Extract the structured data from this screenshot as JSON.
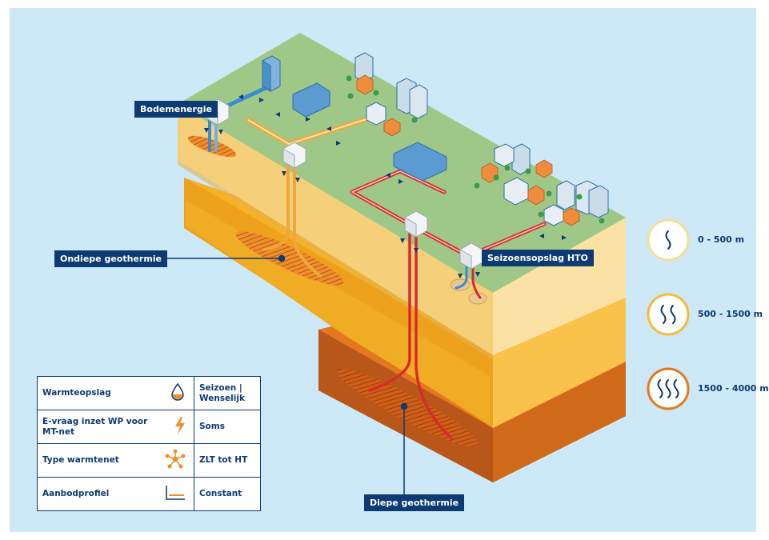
{
  "callouts": {
    "bodemenergie": "Bodemenergie",
    "ondiepe": "Ondiepe geothermie",
    "seizoensopslag": "Seizoensopslag HTO",
    "diepe": "Diepe geothermie"
  },
  "depths": [
    {
      "label": "0 - 500 m",
      "icon": "single-wave-icon"
    },
    {
      "label": "500 - 1500 m",
      "icon": "double-wave-icon"
    },
    {
      "label": "1500 - 4000 m",
      "icon": "triple-wave-icon"
    }
  ],
  "legend": [
    {
      "key": "Warmteopslag",
      "value": "Seizoen | Wenselijk",
      "icon": "drop-icon"
    },
    {
      "key": "E-vraag inzet WP voor MT-net",
      "value": "Soms",
      "icon": "lightning-icon"
    },
    {
      "key": "Type warmtenet",
      "value": "ZLT tot HT",
      "icon": "network-icon"
    },
    {
      "key": "Aanbodprofiel",
      "value": "Constant",
      "icon": "flat-profile-icon"
    }
  ],
  "colors": {
    "background": "#cde8f6",
    "ground": "#9fc888",
    "layer_shallow": "#fbe2a4",
    "layer_mid": "#f6b126",
    "layer_deep": "#e3781f",
    "navy": "#0d3a73",
    "pipe_hot": "#d82c2c",
    "pipe_warm": "#f0a63a",
    "pipe_cold": "#3a8bd4"
  }
}
